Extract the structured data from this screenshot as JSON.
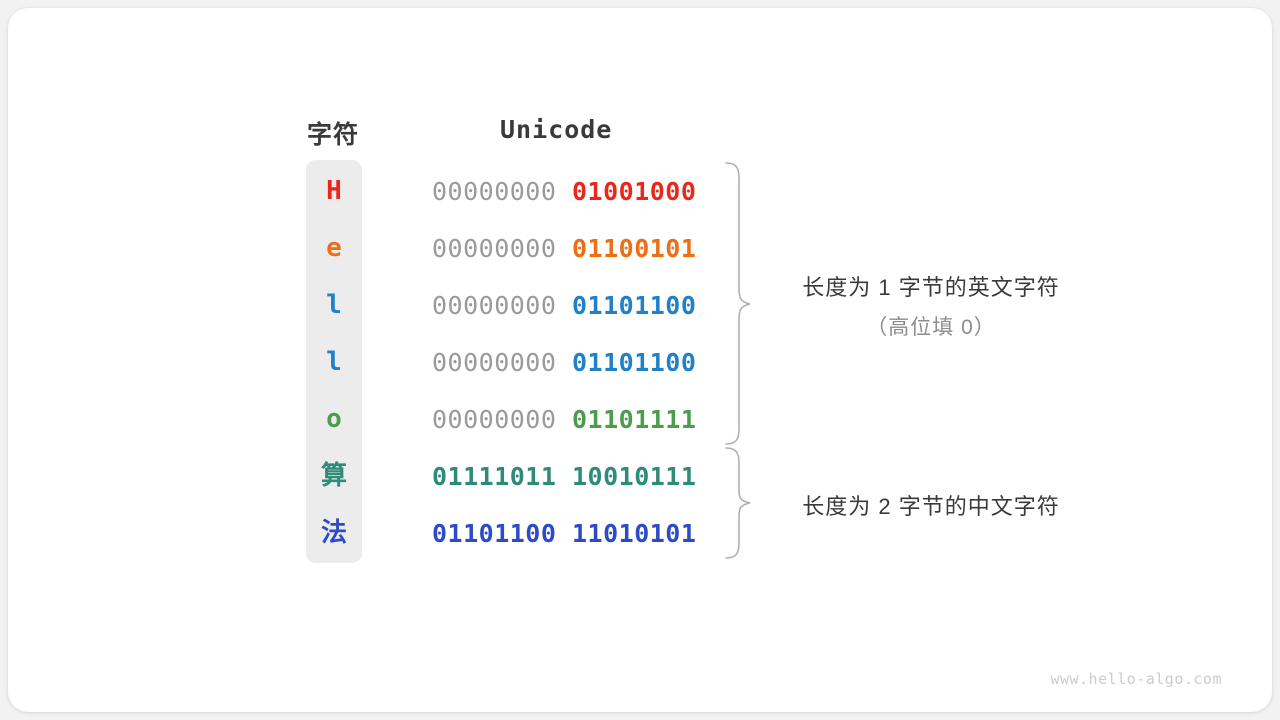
{
  "watermark": "www.hello-algo.com",
  "headers": {
    "character": "字符",
    "unicode": "Unicode"
  },
  "rows": [
    {
      "char": "H",
      "color": "#e8271d",
      "high": "00000000",
      "low": "01001000",
      "two_byte": false
    },
    {
      "char": "e",
      "color": "#ec7013",
      "high": "00000000",
      "low": "01100101",
      "two_byte": false
    },
    {
      "char": "l",
      "color": "#2080c8",
      "high": "00000000",
      "low": "01101100",
      "two_byte": false
    },
    {
      "char": "l",
      "color": "#2080c8",
      "high": "00000000",
      "low": "01101100",
      "two_byte": false
    },
    {
      "char": "o",
      "color": "#4c9c4c",
      "high": "00000000",
      "low": "01101111",
      "two_byte": false
    },
    {
      "char": "算",
      "color": "#2e8b7a",
      "high": "01111011",
      "low": "10010111",
      "two_byte": true
    },
    {
      "char": "法",
      "color": "#2d4bc8",
      "high": "01101100",
      "low": "11010101",
      "two_byte": true
    }
  ],
  "annotations": [
    {
      "line1": "长度为 1 字节的英文字符",
      "line2": "（高位填 0）"
    },
    {
      "line1": "长度为 2 字节的中文字符",
      "line2": ""
    }
  ],
  "colors": {
    "page_background": "#f2f2f2",
    "card_background": "#ffffff",
    "char_column_background": "#ececec",
    "high_bits": "#9a9a9a",
    "brace": "#b0b0b0",
    "header_text": "#3a3a3a",
    "watermark": "#cccccc"
  }
}
